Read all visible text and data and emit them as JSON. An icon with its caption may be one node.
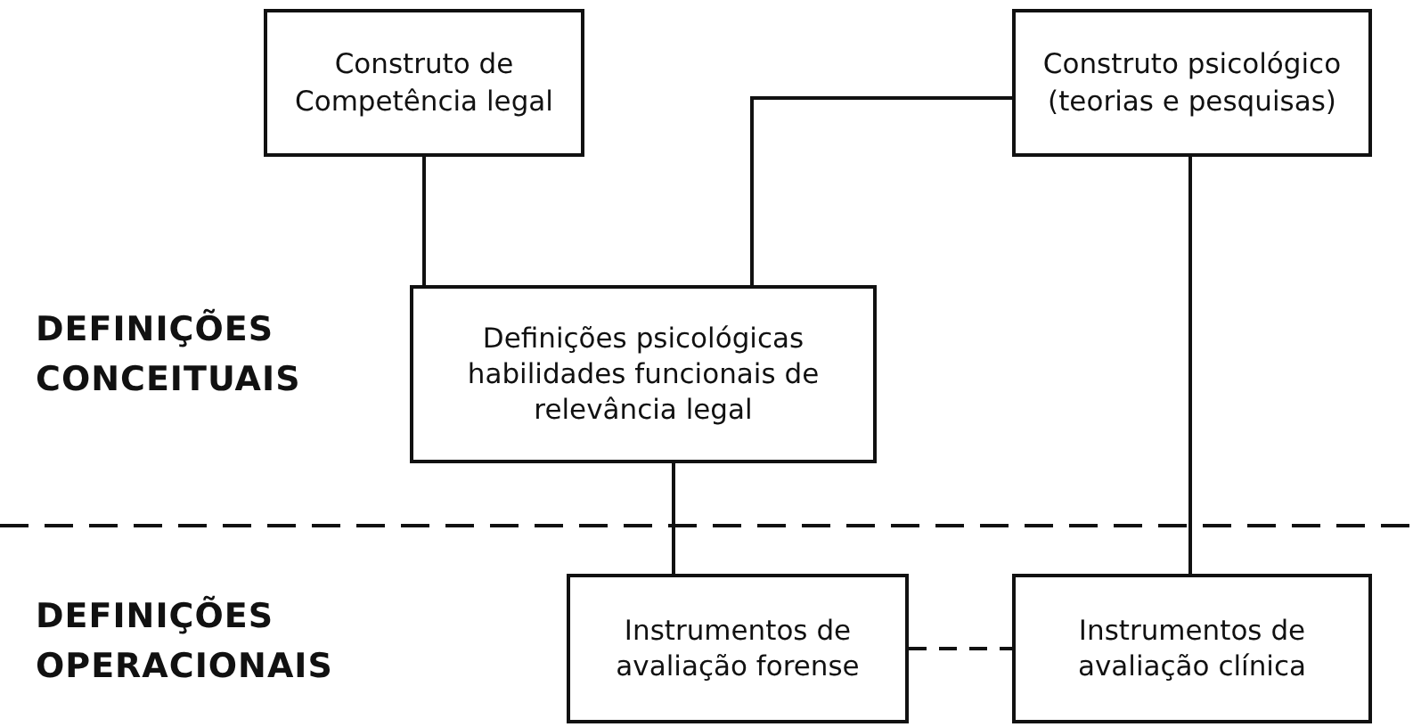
{
  "diagram": {
    "nodes": [
      {
        "text": [
          "Construto de Competência legal"
        ]
      },
      {
        "text": [
          "Construto psicológico (teorias e pesquisas)"
        ]
      },
      {
        "text": [
          "Definições psicológicas habilidades funcionais de relevância legal"
        ]
      },
      {
        "text": [
          "Instrumentos de avaliação forense"
        ]
      },
      {
        "text": [
          "Instrumentos de avaliação clínica"
        ]
      }
    ],
    "edges": [
      {
        "from": 0,
        "to": 2,
        "arrow": "none"
      },
      {
        "from": 1,
        "to": 2,
        "arrow": "none"
      },
      {
        "from": 2,
        "to": 3,
        "arrow": "none"
      },
      {
        "from": 1,
        "to": 4,
        "arrow": "none"
      },
      {
        "from": 3,
        "to": 4,
        "arrow": "none",
        "style": "dashed"
      }
    ],
    "labels": [
      "DEFINIÇÕES CONCEITUAIS",
      "DEFINIÇÕES OPERACIONAIS"
    ]
  }
}
